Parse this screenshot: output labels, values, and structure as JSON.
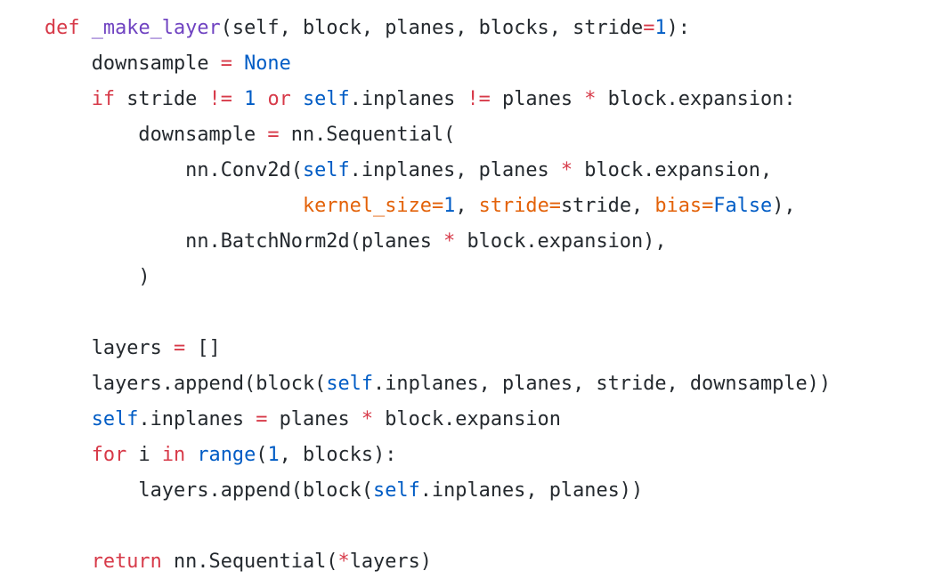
{
  "code": {
    "language": "python",
    "colors": {
      "k": "#d73a49",
      "f": "#6f42c1",
      "c": "#005cc5",
      "p": "#e36209",
      "t": "#24292e"
    },
    "lines": [
      [
        [
          "k",
          "def"
        ],
        [
          "t",
          " "
        ],
        [
          "f",
          "_make_layer"
        ],
        [
          "t",
          "(self, block, planes, blocks, stride"
        ],
        [
          "k",
          "="
        ],
        [
          "c",
          "1"
        ],
        [
          "t",
          "):"
        ]
      ],
      [
        [
          "t",
          "    downsample "
        ],
        [
          "k",
          "="
        ],
        [
          "t",
          " "
        ],
        [
          "c",
          "None"
        ]
      ],
      [
        [
          "t",
          "    "
        ],
        [
          "k",
          "if"
        ],
        [
          "t",
          " stride "
        ],
        [
          "k",
          "!="
        ],
        [
          "t",
          " "
        ],
        [
          "c",
          "1"
        ],
        [
          "t",
          " "
        ],
        [
          "k",
          "or"
        ],
        [
          "t",
          " "
        ],
        [
          "c",
          "self"
        ],
        [
          "t",
          ".inplanes "
        ],
        [
          "k",
          "!="
        ],
        [
          "t",
          " planes "
        ],
        [
          "k",
          "*"
        ],
        [
          "t",
          " block.expansion:"
        ]
      ],
      [
        [
          "t",
          "        downsample "
        ],
        [
          "k",
          "="
        ],
        [
          "t",
          " nn.Sequential("
        ]
      ],
      [
        [
          "t",
          "            nn.Conv2d("
        ],
        [
          "c",
          "self"
        ],
        [
          "t",
          ".inplanes, planes "
        ],
        [
          "k",
          "*"
        ],
        [
          "t",
          " block.expansion,"
        ]
      ],
      [
        [
          "t",
          "                      "
        ],
        [
          "p",
          "kernel_size"
        ],
        [
          "p",
          "="
        ],
        [
          "c",
          "1"
        ],
        [
          "t",
          ", "
        ],
        [
          "p",
          "stride"
        ],
        [
          "p",
          "="
        ],
        [
          "t",
          "stride, "
        ],
        [
          "p",
          "bias"
        ],
        [
          "p",
          "="
        ],
        [
          "c",
          "False"
        ],
        [
          "t",
          "),"
        ]
      ],
      [
        [
          "t",
          "            nn.BatchNorm2d(planes "
        ],
        [
          "k",
          "*"
        ],
        [
          "t",
          " block.expansion),"
        ]
      ],
      [
        [
          "t",
          "        )"
        ]
      ],
      [],
      [
        [
          "t",
          "    layers "
        ],
        [
          "k",
          "="
        ],
        [
          "t",
          " []"
        ]
      ],
      [
        [
          "t",
          "    layers.append(block("
        ],
        [
          "c",
          "self"
        ],
        [
          "t",
          ".inplanes, planes, stride, downsample))"
        ]
      ],
      [
        [
          "t",
          "    "
        ],
        [
          "c",
          "self"
        ],
        [
          "t",
          ".inplanes "
        ],
        [
          "k",
          "="
        ],
        [
          "t",
          " planes "
        ],
        [
          "k",
          "*"
        ],
        [
          "t",
          " block.expansion"
        ]
      ],
      [
        [
          "t",
          "    "
        ],
        [
          "k",
          "for"
        ],
        [
          "t",
          " i "
        ],
        [
          "k",
          "in"
        ],
        [
          "t",
          " "
        ],
        [
          "c",
          "range"
        ],
        [
          "t",
          "("
        ],
        [
          "c",
          "1"
        ],
        [
          "t",
          ", blocks):"
        ]
      ],
      [
        [
          "t",
          "        layers.append(block("
        ],
        [
          "c",
          "self"
        ],
        [
          "t",
          ".inplanes, planes))"
        ]
      ],
      [],
      [
        [
          "t",
          "    "
        ],
        [
          "k",
          "return"
        ],
        [
          "t",
          " nn.Sequential("
        ],
        [
          "k",
          "*"
        ],
        [
          "t",
          "layers)"
        ]
      ]
    ]
  }
}
